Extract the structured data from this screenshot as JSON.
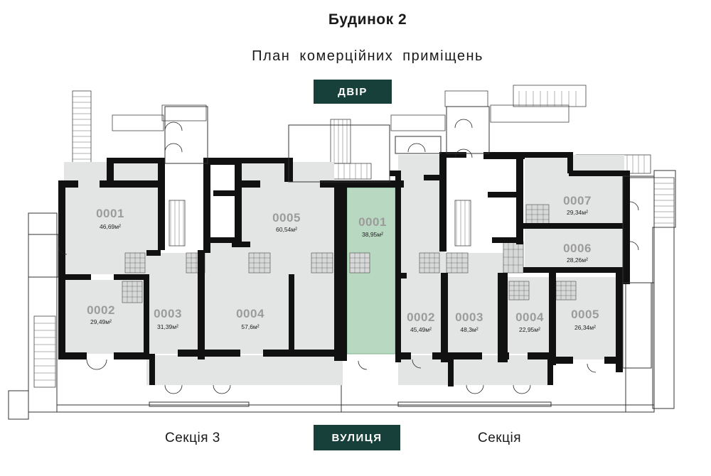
{
  "header": {
    "title": "Будинок 2",
    "subtitle": "План комерційних приміщень"
  },
  "labels": {
    "courtyard": "ДВІР",
    "street": "ВУЛИЦЯ",
    "section_left": "Секція 3",
    "section_right": "Секція"
  },
  "colors": {
    "pill": "#17403a",
    "room": "#e3e5e4",
    "highlight": "#b9d8c2",
    "wall": "#111111"
  },
  "rooms": [
    {
      "id": "0001",
      "area": "46,69м²",
      "section": "3",
      "highlighted": false
    },
    {
      "id": "0002",
      "area": "29,49м²",
      "section": "3",
      "highlighted": false
    },
    {
      "id": "0003",
      "area": "31,39м²",
      "section": "3",
      "highlighted": false
    },
    {
      "id": "0004",
      "area": "57,6м²",
      "section": "3",
      "highlighted": false
    },
    {
      "id": "0005",
      "area": "60,54м²",
      "section": "3",
      "highlighted": false
    },
    {
      "id": "0001",
      "area": "38,95м²",
      "section": "other",
      "highlighted": true
    },
    {
      "id": "0002",
      "area": "45,49м²",
      "section": "other",
      "highlighted": false
    },
    {
      "id": "0003",
      "area": "48,3м²",
      "section": "other",
      "highlighted": false
    },
    {
      "id": "0004",
      "area": "22,95м²",
      "section": "other",
      "highlighted": false
    },
    {
      "id": "0005",
      "area": "26,34м²",
      "section": "other",
      "highlighted": false
    },
    {
      "id": "0006",
      "area": "28,26м²",
      "section": "other",
      "highlighted": false
    },
    {
      "id": "0007",
      "area": "29,34м²",
      "section": "other",
      "highlighted": false
    }
  ]
}
